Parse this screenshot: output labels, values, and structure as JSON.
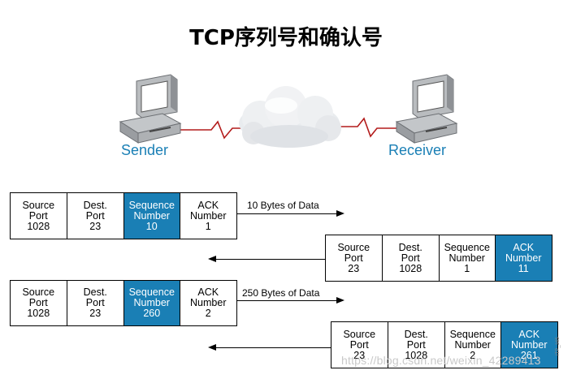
{
  "title": "TCP序列号和确认号",
  "network": {
    "sender_label": "Sender",
    "receiver_label": "Receiver",
    "link_color": "#b31b1b",
    "label_color": "#1a7fb5"
  },
  "colors": {
    "highlight": "#1a7fb5"
  },
  "segments": [
    {
      "direction": "to-receiver",
      "arrow_label": "10 Bytes of Data",
      "highlighted_field": "sequence",
      "fields": [
        [
          "Source",
          "Port",
          "1028"
        ],
        [
          "Dest.",
          "Port",
          "23"
        ],
        [
          "Sequence",
          "Number",
          "10"
        ],
        [
          "ACK",
          "Number",
          "1"
        ]
      ]
    },
    {
      "direction": "to-sender",
      "arrow_label": "",
      "highlighted_field": "ack",
      "fields": [
        [
          "Source",
          "Port",
          "23"
        ],
        [
          "Dest.",
          "Port",
          "1028"
        ],
        [
          "Sequence",
          "Number",
          "1"
        ],
        [
          "ACK",
          "Number",
          "11"
        ]
      ]
    },
    {
      "direction": "to-receiver",
      "arrow_label": "250 Bytes of Data",
      "highlighted_field": "sequence",
      "fields": [
        [
          "Source",
          "Port",
          "1028"
        ],
        [
          "Dest.",
          "Port",
          "23"
        ],
        [
          "Sequence",
          "Number",
          "260"
        ],
        [
          "ACK",
          "Number",
          "2"
        ]
      ]
    },
    {
      "direction": "to-sender",
      "arrow_label": "",
      "highlighted_field": "ack",
      "fields": [
        [
          "Source",
          "Port",
          "23"
        ],
        [
          "Dest.",
          "Port",
          "1028"
        ],
        [
          "Sequence",
          "Number",
          "2"
        ],
        [
          "ACK",
          "Number",
          "261"
        ]
      ]
    }
  ],
  "watermark": "https://blog.csdn.net/weixin_42289413",
  "figure_code": "ITP_165"
}
